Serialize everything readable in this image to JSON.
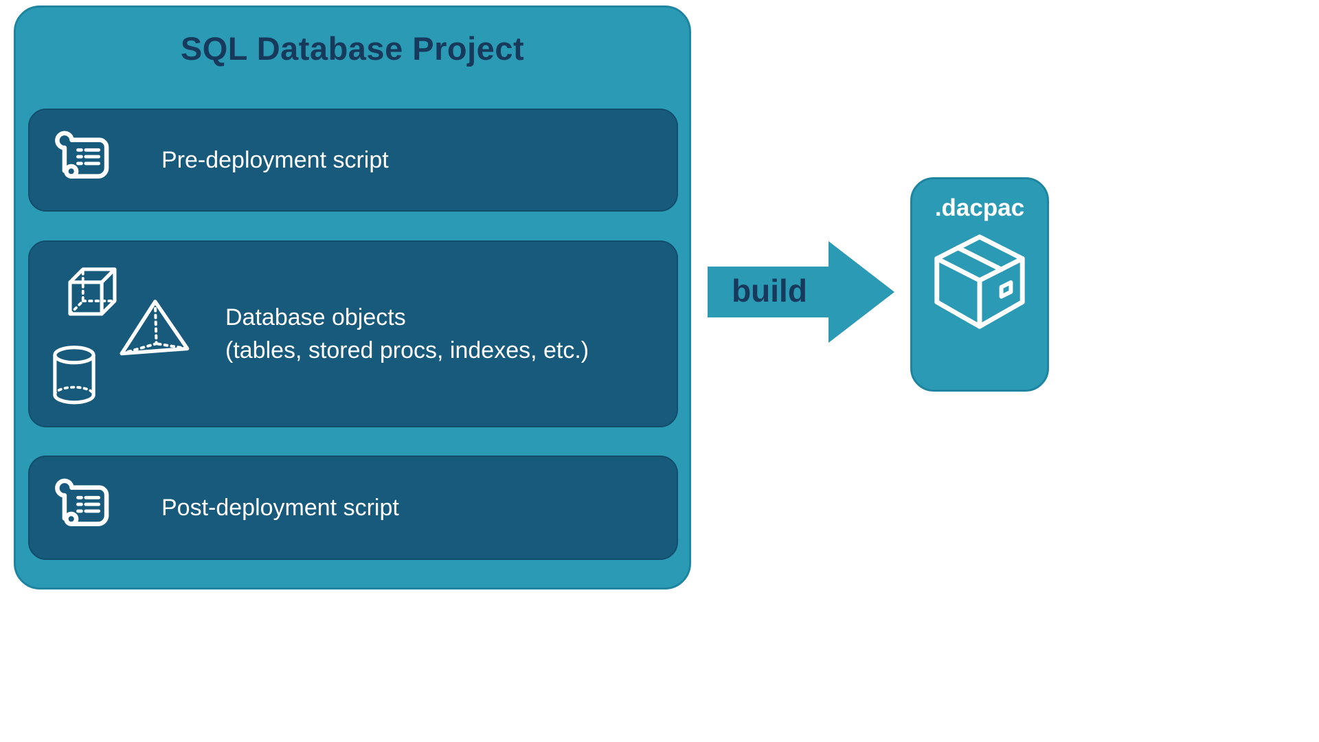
{
  "colors": {
    "teal": "#2B9AB5",
    "panel_dark_blue": "#175A7C",
    "navy_text": "#173A5C",
    "white_text": "#FFFFFF"
  },
  "project": {
    "title": "SQL Database Project",
    "items": [
      {
        "icon": "scroll-icon",
        "label": "Pre-deployment script"
      },
      {
        "icon": "database-objects-icons",
        "label_line1": "Database objects",
        "label_line2": "(tables, stored procs, indexes, etc.)"
      },
      {
        "icon": "scroll-icon",
        "label": "Post-deployment script"
      }
    ]
  },
  "arrow": {
    "label": "build"
  },
  "output": {
    "label": ".dacpac",
    "icon": "package-icon"
  }
}
